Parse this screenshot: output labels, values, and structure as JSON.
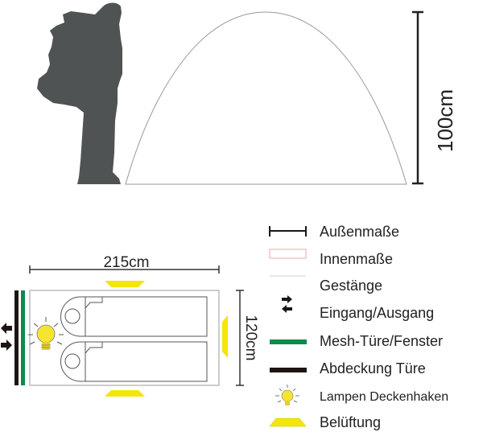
{
  "dimensions": {
    "height": "100cm",
    "length": "215cm",
    "width": "120cm"
  },
  "legend": [
    {
      "icon": "dimension-line-icon",
      "label": "Außenmaße"
    },
    {
      "icon": "inner-rect-icon",
      "label": "Innenmaße"
    },
    {
      "icon": "pole-line-icon",
      "label": "Gestänge"
    },
    {
      "icon": "entry-exit-arrows-icon",
      "label": "Eingang/Ausgang"
    },
    {
      "icon": "mesh-door-icon",
      "label": "Mesh-Türe/Fenster"
    },
    {
      "icon": "door-cover-icon",
      "label": "Abdeckung Türe"
    },
    {
      "icon": "lamp-icon",
      "label": "Lampen Deckenhaken"
    },
    {
      "icon": "vent-icon",
      "label": "Belüftung"
    }
  ],
  "colors": {
    "silhouette": "#4f5354",
    "mesh": "#0e8a4a",
    "cover": "#1e1512",
    "vent": "#f2e60a",
    "lamp": "#f6e433",
    "inner": "#e8a8ae"
  }
}
